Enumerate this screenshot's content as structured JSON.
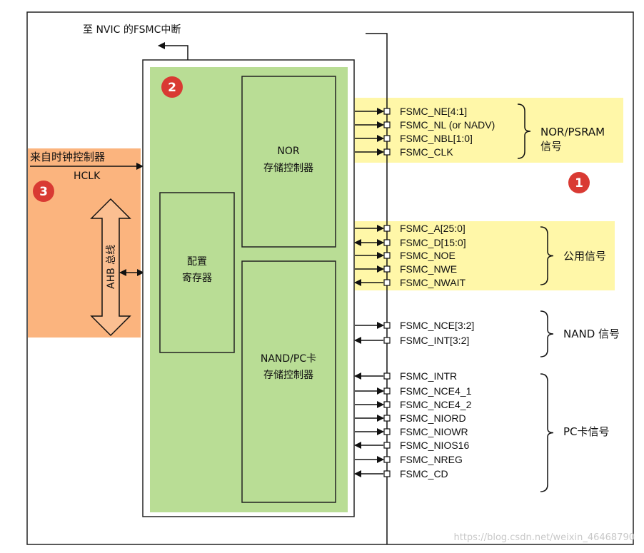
{
  "top_label": "至 NVIC 的FSMC中断",
  "clock": {
    "title": "来自时钟控制器",
    "name": "HCLK"
  },
  "bus_label": "AHB 总线",
  "config_register": [
    "配置",
    "寄存器"
  ],
  "nor_controller": [
    "NOR",
    "存储控制器"
  ],
  "nand_controller": [
    "NAND/PC卡",
    "存储控制器"
  ],
  "badges": {
    "one": "1",
    "two": "2",
    "three": "3"
  },
  "colors": {
    "yellow": "#fff7a8",
    "orange": "#fbb47e",
    "green": "#b9dd95",
    "badge": "#d93a33"
  },
  "groups": [
    {
      "id": "nor",
      "label": [
        "NOR/PSRAM",
        "信号"
      ],
      "highlight": true,
      "signals": [
        {
          "name": "FSMC_NE[4:1]",
          "dir": "out"
        },
        {
          "name": "FSMC_NL (or NADV)",
          "dir": "out"
        },
        {
          "name": "FSMC_NBL[1:0]",
          "dir": "out"
        },
        {
          "name": "FSMC_CLK",
          "dir": "out"
        }
      ]
    },
    {
      "id": "common",
      "label": [
        "公用信号"
      ],
      "highlight": true,
      "signals": [
        {
          "name": "FSMC_A[25:0]",
          "dir": "out"
        },
        {
          "name": "FSMC_D[15:0]",
          "dir": "bi"
        },
        {
          "name": "FSMC_NOE",
          "dir": "out"
        },
        {
          "name": "FSMC_NWE",
          "dir": "out"
        },
        {
          "name": "FSMC_NWAIT",
          "dir": "in"
        }
      ]
    },
    {
      "id": "nand",
      "label": [
        "NAND 信号"
      ],
      "highlight": false,
      "signals": [
        {
          "name": "FSMC_NCE[3:2]",
          "dir": "out"
        },
        {
          "name": "FSMC_INT[3:2]",
          "dir": "in"
        }
      ]
    },
    {
      "id": "pccard",
      "label": [
        "PC卡信号"
      ],
      "highlight": false,
      "signals": [
        {
          "name": "FSMC_INTR",
          "dir": "in"
        },
        {
          "name": "FSMC_NCE4_1",
          "dir": "out"
        },
        {
          "name": "FSMC_NCE4_2",
          "dir": "out"
        },
        {
          "name": "FSMC_NIORD",
          "dir": "out"
        },
        {
          "name": "FSMC_NIOWR",
          "dir": "out"
        },
        {
          "name": "FSMC_NIOS16",
          "dir": "in"
        },
        {
          "name": "FSMC_NREG",
          "dir": "out"
        },
        {
          "name": "FSMC_CD",
          "dir": "in"
        }
      ]
    }
  ],
  "watermark": "https://blog.csdn.net/weixin_46468790"
}
